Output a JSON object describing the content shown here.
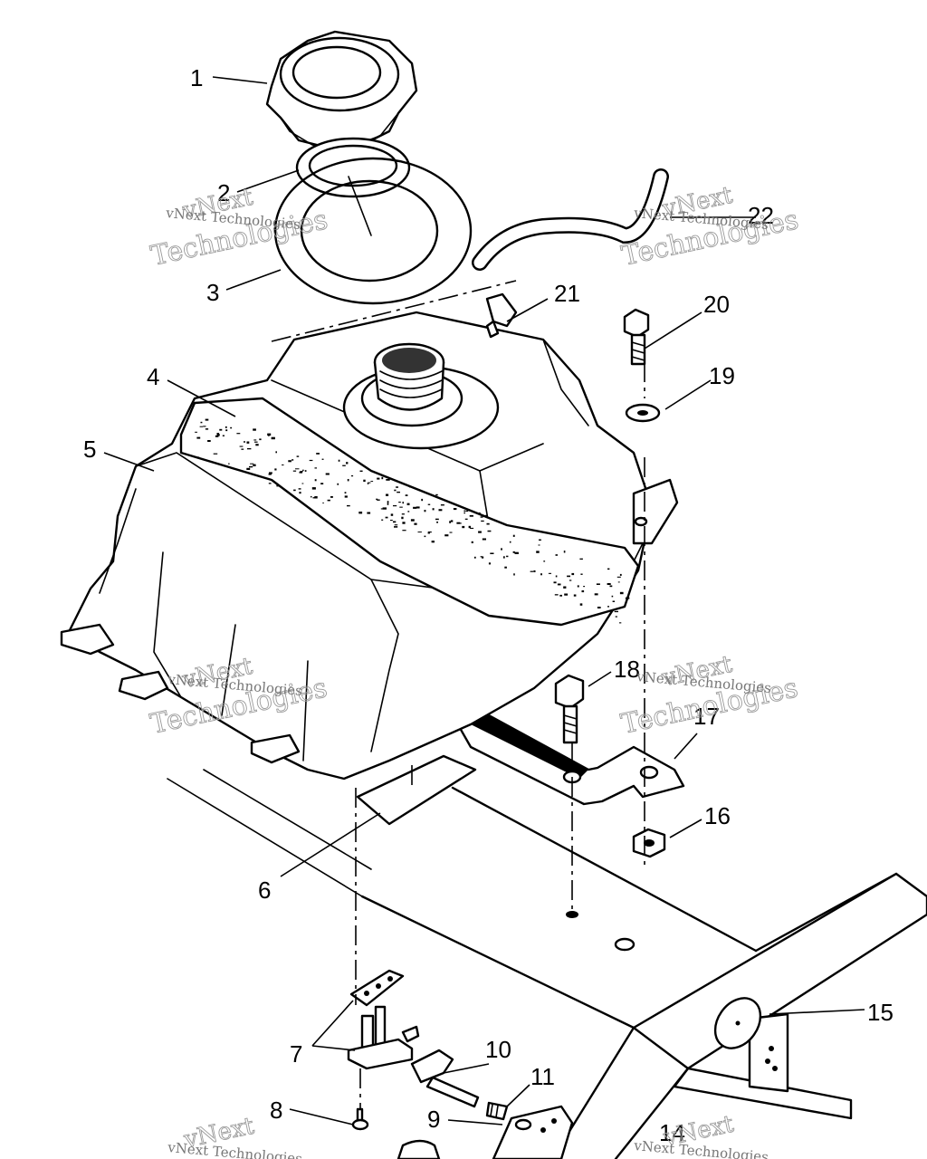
{
  "callouts": [
    {
      "id": "1",
      "label": "1"
    },
    {
      "id": "2",
      "label": "2"
    },
    {
      "id": "3",
      "label": "3"
    },
    {
      "id": "4",
      "label": "4"
    },
    {
      "id": "5",
      "label": "5"
    },
    {
      "id": "6",
      "label": "6"
    },
    {
      "id": "7",
      "label": "7"
    },
    {
      "id": "8",
      "label": "8"
    },
    {
      "id": "9",
      "label": "9"
    },
    {
      "id": "10",
      "label": "10"
    },
    {
      "id": "11",
      "label": "11"
    },
    {
      "id": "14",
      "label": "14"
    },
    {
      "id": "15",
      "label": "15"
    },
    {
      "id": "16",
      "label": "16"
    },
    {
      "id": "17",
      "label": "17"
    },
    {
      "id": "18",
      "label": "18"
    },
    {
      "id": "19",
      "label": "19"
    },
    {
      "id": "20",
      "label": "20"
    },
    {
      "id": "21",
      "label": "21"
    },
    {
      "id": "22",
      "label": "22"
    }
  ],
  "watermark": {
    "brand": "vNext",
    "word": "Technologies",
    "line": "vNext Technologies"
  }
}
